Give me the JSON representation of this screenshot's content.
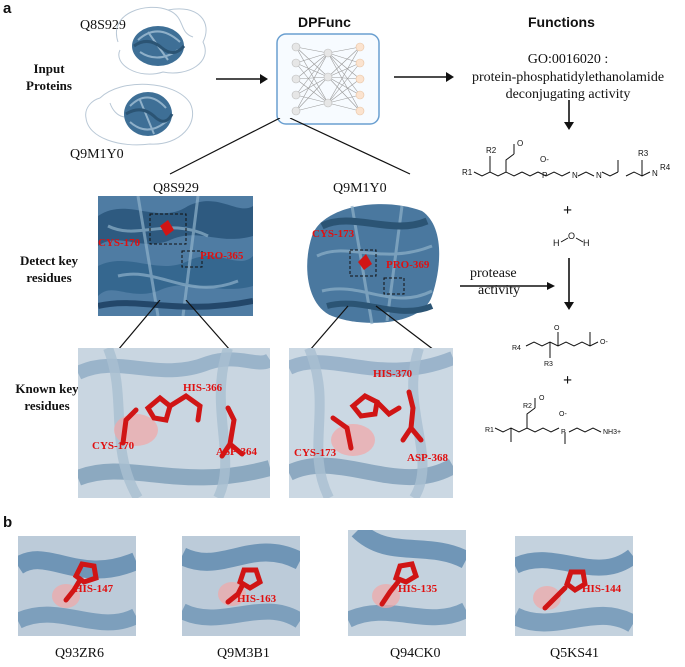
{
  "panels": {
    "a": "a",
    "b": "b"
  },
  "left_labels": {
    "input_proteins": "Input\nProteins",
    "detect": "Detect key\nresidues",
    "known": "Known key\nresidues"
  },
  "proteins": {
    "p1": "Q8S929",
    "p2": "Q9M1Y0"
  },
  "dpfunc": "DPFunc",
  "functions": {
    "heading": "Functions",
    "go_id": "GO:0016020 :",
    "go_line1": "protein-phosphatidylethanolamide",
    "go_line2": "deconjugating activity"
  },
  "reaction": {
    "enzyme_line1": "protease",
    "enzyme_line2": "activity",
    "plus": "+"
  },
  "detect_residues": {
    "q8s929": [
      "CYS-170",
      "PRO-365"
    ],
    "q9m1y0": [
      "CYS-173",
      "PRO-369"
    ]
  },
  "known_residues": {
    "q8s929": [
      "HIS-366",
      "CYS-170",
      "ASP-364"
    ],
    "q9m1y0": [
      "HIS-370",
      "CYS-173",
      "ASP-368"
    ]
  },
  "panel_b": [
    {
      "residue": "HIS-147",
      "protein": "Q93ZR6"
    },
    {
      "residue": "HIS-163",
      "protein": "Q9M3B1"
    },
    {
      "residue": "HIS-135",
      "protein": "Q94CK0"
    },
    {
      "residue": "HIS-144",
      "protein": "Q5KS41"
    }
  ],
  "chem_labels": {
    "r1": "R1",
    "r2": "R2",
    "r3": "R3",
    "r4": "R4",
    "o": "O",
    "ominus": "O-",
    "p": "P",
    "nh": "N",
    "h": "H",
    "nh3": "NH3+"
  },
  "colors": {
    "protein": "#3e6f96",
    "protein_light": "#8fb0c9",
    "residue": "#d01515",
    "frame": "#6a9fd0"
  }
}
